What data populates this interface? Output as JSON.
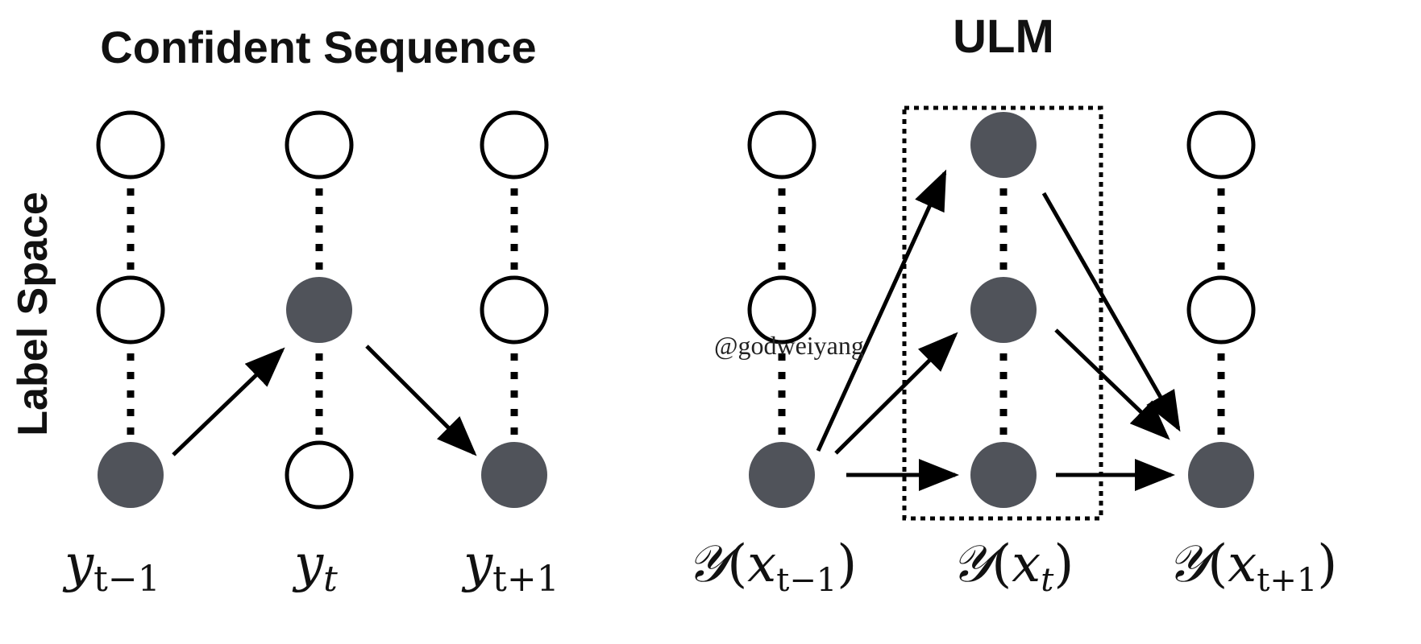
{
  "left_panel": {
    "title": "Confident Sequence",
    "side_label": "Label Space",
    "columns": [
      {
        "sym": "y",
        "sub": "t−1",
        "nodes": [
          "empty",
          "empty",
          "filled"
        ]
      },
      {
        "sym": "y",
        "sub": "t",
        "nodes": [
          "empty",
          "filled",
          "empty"
        ]
      },
      {
        "sym": "y",
        "sub": "t+1",
        "nodes": [
          "empty",
          "empty",
          "filled"
        ]
      }
    ]
  },
  "right_panel": {
    "title": "ULM",
    "columns": [
      {
        "sym": "𝒴",
        "arg": "x",
        "sub": "t−1",
        "nodes": [
          "empty",
          "empty",
          "filled"
        ]
      },
      {
        "sym": "𝒴",
        "arg": "x",
        "sub": "t",
        "nodes": [
          "filled",
          "filled",
          "filled"
        ]
      },
      {
        "sym": "𝒴",
        "arg": "x",
        "sub": "t+1",
        "nodes": [
          "empty",
          "empty",
          "filled"
        ]
      }
    ]
  },
  "watermark": "@godweiyang",
  "colors": {
    "node_fill": "#50535a",
    "stroke": "#000000",
    "background": "#ffffff"
  }
}
